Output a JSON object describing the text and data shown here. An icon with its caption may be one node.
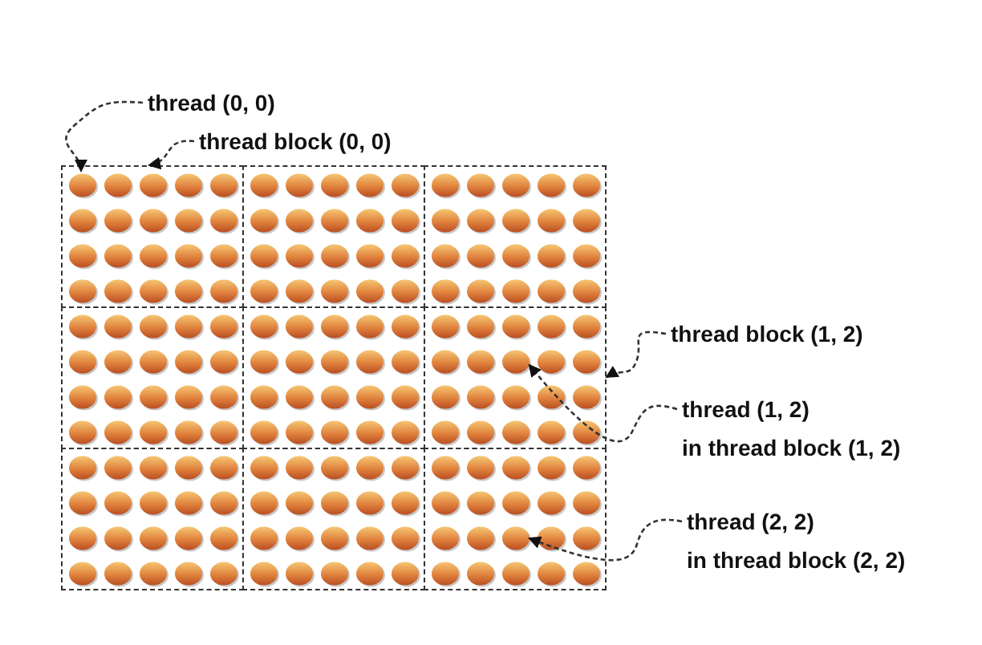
{
  "diagram": {
    "nodes": [
      {
        "text": [
          "thread (0, 0)"
        ]
      },
      {
        "text": [
          "thread block (0, 0)"
        ]
      },
      {
        "text": [],
        "shape": "box"
      },
      {
        "text": [],
        "shape": "circle",
        "in": 2
      },
      {
        "text": [],
        "shape": "circle",
        "in": 2
      },
      {
        "text": [],
        "shape": "circle",
        "in": 2
      },
      {
        "text": [],
        "shape": "circle",
        "in": 2
      },
      {
        "text": [],
        "shape": "circle",
        "in": 2
      },
      {
        "text": [],
        "shape": "circle",
        "in": 2
      },
      {
        "text": [],
        "shape": "circle",
        "in": 2
      },
      {
        "text": [],
        "shape": "circle",
        "in": 2
      },
      {
        "text": [],
        "shape": "circle",
        "in": 2
      },
      {
        "text": [],
        "shape": "circle",
        "in": 2
      },
      {
        "text": [],
        "shape": "circle",
        "in": 2
      },
      {
        "text": [],
        "shape": "circle",
        "in": 2
      },
      {
        "text": [],
        "shape": "circle",
        "in": 2
      },
      {
        "text": [],
        "shape": "circle",
        "in": 2
      },
      {
        "text": [],
        "shape": "circle",
        "in": 2
      },
      {
        "text": [],
        "shape": "circle",
        "in": 2
      },
      {
        "text": [],
        "shape": "circle",
        "in": 2
      },
      {
        "text": [],
        "shape": "circle",
        "in": 2
      },
      {
        "text": [],
        "shape": "circle",
        "in": 2
      },
      {
        "text": [],
        "shape": "circle",
        "in": 2
      },
      {
        "text": [],
        "shape": "box"
      },
      {
        "text": [],
        "shape": "circle",
        "in": 23
      },
      {
        "text": [],
        "shape": "circle",
        "in": 23
      },
      {
        "text": [],
        "shape": "circle",
        "in": 23
      },
      {
        "text": [],
        "shape": "circle",
        "in": 23
      },
      {
        "text": [],
        "shape": "circle",
        "in": 23
      },
      {
        "text": [],
        "shape": "circle",
        "in": 23
      },
      {
        "text": [],
        "shape": "circle",
        "in": 23
      },
      {
        "text": [],
        "shape": "circle",
        "in": 23
      },
      {
        "text": [],
        "shape": "circle",
        "in": 23
      },
      {
        "text": [],
        "shape": "circle",
        "in": 23
      },
      {
        "text": [],
        "shape": "circle",
        "in": 23
      },
      {
        "text": [],
        "shape": "circle",
        "in": 23
      },
      {
        "text": [],
        "shape": "circle",
        "in": 23
      },
      {
        "text": [],
        "shape": "circle",
        "in": 23
      },
      {
        "text": [],
        "shape": "circle",
        "in": 23
      },
      {
        "text": [],
        "shape": "circle",
        "in": 23
      },
      {
        "text": [],
        "shape": "circle",
        "in": 23
      },
      {
        "text": [],
        "shape": "circle",
        "in": 23
      },
      {
        "text": [],
        "shape": "circle",
        "in": 23
      },
      {
        "text": [],
        "shape": "circle",
        "in": 23
      },
      {
        "text": [],
        "shape": "box"
      },
      {
        "text": [],
        "shape": "circle",
        "in": 44
      },
      {
        "text": [],
        "shape": "circle",
        "in": 44
      },
      {
        "text": [],
        "shape": "circle",
        "in": 44
      },
      {
        "text": [],
        "shape": "circle",
        "in": 44
      },
      {
        "text": [],
        "shape": "circle",
        "in": 44
      },
      {
        "text": [],
        "shape": "circle",
        "in": 44
      },
      {
        "text": [],
        "shape": "circle",
        "in": 44
      },
      {
        "text": [],
        "shape": "circle",
        "in": 44
      },
      {
        "text": [],
        "shape": "circle",
        "in": 44
      },
      {
        "text": [],
        "shape": "circle",
        "in": 44
      },
      {
        "text": [],
        "shape": "circle",
        "in": 44
      },
      {
        "text": [],
        "shape": "circle",
        "in": 44
      },
      {
        "text": [],
        "shape": "circle",
        "in": 44
      },
      {
        "text": [],
        "shape": "circle",
        "in": 44
      },
      {
        "text": [],
        "shape": "circle",
        "in": 44
      },
      {
        "text": [],
        "shape": "circle",
        "in": 44
      },
      {
        "text": [],
        "shape": "circle",
        "in": 44
      },
      {
        "text": [],
        "shape": "circle",
        "in": 44
      },
      {
        "text": [],
        "shape": "circle",
        "in": 44
      },
      {
        "text": [],
        "shape": "circle",
        "in": 44
      },
      {
        "text": [],
        "shape": "box"
      },
      {
        "text": [],
        "shape": "circle",
        "in": 65
      },
      {
        "text": [],
        "shape": "circle",
        "in": 65
      },
      {
        "text": [],
        "shape": "circle",
        "in": 65
      },
      {
        "text": [],
        "shape": "circle",
        "in": 65
      },
      {
        "text": [],
        "shape": "circle",
        "in": 65
      },
      {
        "text": [],
        "shape": "circle",
        "in": 65
      },
      {
        "text": [],
        "shape": "circle",
        "in": 65
      },
      {
        "text": [],
        "shape": "circle",
        "in": 65
      },
      {
        "text": [],
        "shape": "circle",
        "in": 65
      },
      {
        "text": [],
        "shape": "circle",
        "in": 65
      },
      {
        "text": [],
        "shape": "circle",
        "in": 65
      },
      {
        "text": [],
        "shape": "circle",
        "in": 65
      },
      {
        "text": [],
        "shape": "circle",
        "in": 65
      },
      {
        "text": [],
        "shape": "circle",
        "in": 65
      },
      {
        "text": [],
        "shape": "circle",
        "in": 65
      },
      {
        "text": [],
        "shape": "circle",
        "in": 65
      },
      {
        "text": [],
        "shape": "circle",
        "in": 65
      },
      {
        "text": [],
        "shape": "circle",
        "in": 65
      },
      {
        "text": [],
        "shape": "circle",
        "in": 65
      },
      {
        "text": [],
        "shape": "circle",
        "in": 65
      },
      {
        "text": [],
        "shape": "box"
      },
      {
        "text": [],
        "shape": "circle",
        "in": 86
      },
      {
        "text": [],
        "shape": "circle",
        "in": 86
      },
      {
        "text": [],
        "shape": "circle",
        "in": 86
      },
      {
        "text": [],
        "shape": "circle",
        "in": 86
      },
      {
        "text": [],
        "shape": "circle",
        "in": 86
      },
      {
        "text": [],
        "shape": "circle",
        "in": 86
      },
      {
        "text": [],
        "shape": "circle",
        "in": 86
      },
      {
        "text": [],
        "shape": "circle",
        "in": 86
      },
      {
        "text": [],
        "shape": "circle",
        "in": 86
      },
      {
        "text": [],
        "shape": "circle",
        "in": 86
      },
      {
        "text": [],
        "shape": "circle",
        "in": 86
      },
      {
        "text": [],
        "shape": "circle",
        "in": 86
      },
      {
        "text": [],
        "shape": "circle",
        "in": 86
      },
      {
        "text": [],
        "shape": "circle",
        "in": 86
      },
      {
        "text": [],
        "shape": "circle",
        "in": 86
      },
      {
        "text": [],
        "shape": "circle",
        "in": 86
      },
      {
        "text": [],
        "shape": "circle",
        "in": 86
      },
      {
        "text": [],
        "shape": "circle",
        "in": 86
      },
      {
        "text": [],
        "shape": "circle",
        "in": 86
      },
      {
        "text": [],
        "shape": "circle",
        "in": 86
      },
      {
        "text": [],
        "shape": "box"
      },
      {
        "text": [],
        "shape": "circle",
        "in": 107
      },
      {
        "text": [],
        "shape": "circle",
        "in": 107
      },
      {
        "text": [],
        "shape": "circle",
        "in": 107
      },
      {
        "text": [],
        "shape": "circle",
        "in": 107
      },
      {
        "text": [],
        "shape": "circle",
        "in": 107
      },
      {
        "text": [],
        "shape": "circle",
        "in": 107
      },
      {
        "text": [],
        "shape": "circle",
        "in": 107
      },
      {
        "text": [],
        "shape": "circle",
        "in": 107
      },
      {
        "text": [],
        "shape": "circle",
        "in": 107
      },
      {
        "text": [],
        "shape": "circle",
        "in": 107
      },
      {
        "text": [],
        "shape": "circle",
        "in": 107
      },
      {
        "text": [],
        "shape": "circle",
        "in": 107
      },
      {
        "text": [],
        "shape": "circle",
        "in": 107
      },
      {
        "text": [],
        "shape": "circle",
        "in": 107
      },
      {
        "text": [],
        "shape": "circle",
        "in": 107
      },
      {
        "text": [],
        "shape": "circle",
        "in": 107
      },
      {
        "text": [],
        "shape": "circle",
        "in": 107
      },
      {
        "text": [],
        "shape": "circle",
        "in": 107
      },
      {
        "text": [],
        "shape": "circle",
        "in": 107
      },
      {
        "text": [],
        "shape": "circle",
        "in": 107
      },
      {
        "text": [],
        "shape": "box"
      },
      {
        "text": [],
        "shape": "circle",
        "in": 128
      },
      {
        "text": [],
        "shape": "circle",
        "in": 128
      },
      {
        "text": [],
        "shape": "circle",
        "in": 128
      },
      {
        "text": [],
        "shape": "circle",
        "in": 128
      },
      {
        "text": [],
        "shape": "circle",
        "in": 128
      },
      {
        "text": [],
        "shape": "circle",
        "in": 128
      },
      {
        "text": [],
        "shape": "circle",
        "in": 128
      },
      {
        "text": [],
        "shape": "circle",
        "in": 128
      },
      {
        "text": [],
        "shape": "circle",
        "in": 128
      },
      {
        "text": [],
        "shape": "circle",
        "in": 128
      },
      {
        "text": [],
        "shape": "circle",
        "in": 128
      },
      {
        "text": [],
        "shape": "circle",
        "in": 128
      },
      {
        "text": [],
        "shape": "circle",
        "in": 128
      },
      {
        "text": [],
        "shape": "circle",
        "in": 128
      },
      {
        "text": [],
        "shape": "circle",
        "in": 128
      },
      {
        "text": [],
        "shape": "circle",
        "in": 128
      },
      {
        "text": [],
        "shape": "circle",
        "in": 128
      },
      {
        "text": [],
        "shape": "circle",
        "in": 128
      },
      {
        "text": [],
        "shape": "circle",
        "in": 128
      },
      {
        "text": [],
        "shape": "circle",
        "in": 128
      },
      {
        "text": [],
        "shape": "box"
      },
      {
        "text": [],
        "shape": "circle",
        "in": 149
      },
      {
        "text": [],
        "shape": "circle",
        "in": 149
      },
      {
        "text": [],
        "shape": "circle",
        "in": 149
      },
      {
        "text": [],
        "shape": "circle",
        "in": 149
      },
      {
        "text": [],
        "shape": "circle",
        "in": 149
      },
      {
        "text": [],
        "shape": "circle",
        "in": 149
      },
      {
        "text": [],
        "shape": "circle",
        "in": 149
      },
      {
        "text": [],
        "shape": "circle",
        "in": 149
      },
      {
        "text": [],
        "shape": "circle",
        "in": 149
      },
      {
        "text": [],
        "shape": "circle",
        "in": 149
      },
      {
        "text": [],
        "shape": "circle",
        "in": 149
      },
      {
        "text": [],
        "shape": "circle",
        "in": 149
      },
      {
        "text": [],
        "shape": "circle",
        "in": 149
      },
      {
        "text": [],
        "shape": "circle",
        "in": 149
      },
      {
        "text": [],
        "shape": "circle",
        "in": 149
      },
      {
        "text": [],
        "shape": "circle",
        "in": 149
      },
      {
        "text": [],
        "shape": "circle",
        "in": 149
      },
      {
        "text": [],
        "shape": "circle",
        "in": 149
      },
      {
        "text": [],
        "shape": "circle",
        "in": 149
      },
      {
        "text": [],
        "shape": "circle",
        "in": 149
      },
      {
        "text": [],
        "shape": "box"
      },
      {
        "text": [],
        "shape": "circle",
        "in": 170
      },
      {
        "text": [],
        "shape": "circle",
        "in": 170
      },
      {
        "text": [],
        "shape": "circle",
        "in": 170
      },
      {
        "text": [],
        "shape": "circle",
        "in": 170
      },
      {
        "text": [],
        "shape": "circle",
        "in": 170
      },
      {
        "text": [],
        "shape": "circle",
        "in": 170
      },
      {
        "text": [],
        "shape": "circle",
        "in": 170
      },
      {
        "text": [],
        "shape": "circle",
        "in": 170
      },
      {
        "text": [],
        "shape": "circle",
        "in": 170
      },
      {
        "text": [],
        "shape": "circle",
        "in": 170
      },
      {
        "text": [],
        "shape": "circle",
        "in": 170
      },
      {
        "text": [],
        "shape": "circle",
        "in": 170
      },
      {
        "text": [],
        "shape": "circle",
        "in": 170
      },
      {
        "text": [],
        "shape": "circle",
        "in": 170
      },
      {
        "text": [],
        "shape": "circle",
        "in": 170
      },
      {
        "text": [],
        "shape": "circle",
        "in": 170
      },
      {
        "text": [],
        "shape": "circle",
        "in": 170
      },
      {
        "text": [],
        "shape": "circle",
        "in": 170
      },
      {
        "text": [],
        "shape": "circle",
        "in": 170
      },
      {
        "text": [],
        "shape": "circle",
        "in": 170
      },
      {
        "text": [
          "thread block (1, 2)"
        ]
      },
      {
        "text": [
          "thread (1, 2)",
          "in thread block (1, 2)"
        ]
      },
      {
        "text": [
          "thread (2, 2)",
          "in thread block (2, 2)"
        ]
      }
    ],
    "edges": [
      {
        "from": 0,
        "to": 3,
        "arrow": "to",
        "style": "dashed"
      },
      {
        "from": 1,
        "to": 2,
        "arrow": "to",
        "style": "dashed"
      },
      {
        "from": 191,
        "to": 107,
        "arrow": "to",
        "style": "dashed"
      },
      {
        "from": 192,
        "to": 115,
        "arrow": "to",
        "style": "dashed"
      },
      {
        "from": 193,
        "to": 183,
        "arrow": "to",
        "style": "dashed"
      }
    ]
  }
}
